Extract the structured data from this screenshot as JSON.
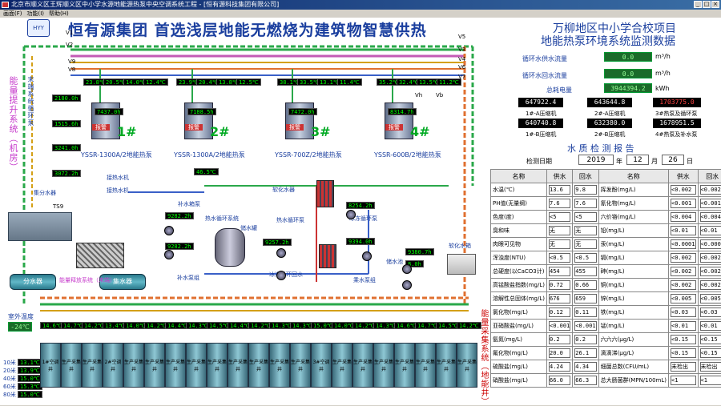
{
  "window": {
    "title": "北京市顺义区王辉顺义区中小学水源地能源热泵中央空调系统工程 - [恒有源科技集团有限公司]",
    "buttons": [
      "_",
      "□",
      "×"
    ]
  },
  "menu": [
    "画面(F)",
    "功能(I)",
    "帮助(H)"
  ],
  "header": {
    "title": "恒有源集团  首选浅层地能无燃烧为建筑物智慧供热",
    "logo": "HYY",
    "project_line1": "万柳地区中小学合校项目",
    "project_line2": "地能热泵环境系统监测数据"
  },
  "flow": {
    "supply_label": "循环水供水流量",
    "supply_value": "0.0",
    "supply_unit": "m³/h",
    "return_label": "循环水回水流量",
    "return_value": "0.0",
    "return_unit": "m³/h",
    "power_label": "总耗电量",
    "power_value": "3944394.2",
    "power_unit": "kWh"
  },
  "meters": [
    {
      "value": "647922.4",
      "label": "1#-A压缩机"
    },
    {
      "value": "643644.8",
      "label": "2#-A压缩机"
    },
    {
      "value": "1703775.0",
      "label": "3#热泵及循环泵"
    },
    {
      "value": "640740.8",
      "label": "1#-B压缩机"
    },
    {
      "value": "632380.0",
      "label": "2#-B压缩机"
    },
    {
      "value": "1678951.5",
      "label": "4#热泵及补水泵"
    }
  ],
  "water_report": {
    "title": "水 质 检 测 报 告",
    "date_label": "检测日期",
    "year": "2019",
    "year_unit": "年",
    "month": "12",
    "month_unit": "月",
    "day": "26",
    "day_unit": "日"
  },
  "table": {
    "headers": [
      "名称",
      "供水",
      "回水",
      "名称",
      "供水",
      "回水"
    ],
    "rows": [
      [
        "水温(℃)",
        "13.6",
        "9.8",
        "挥发酚(mg/L)",
        "<0.002",
        "<0.002"
      ],
      [
        "PH值(无量纲)",
        "7.6",
        "7.6",
        "氰化物(mg/L)",
        "<0.001",
        "<0.001"
      ],
      [
        "色度(度)",
        "<5",
        "<5",
        "六价铬(mg/L)",
        "<0.004",
        "<0.004"
      ],
      [
        "臭和味",
        "无",
        "无",
        "铅(mg/L)",
        "<0.01",
        "<0.01"
      ],
      [
        "肉眼可见物",
        "无",
        "无",
        "汞(mg/L)",
        "<0.0001",
        "<0.0001"
      ],
      [
        "浑浊度(NTU)",
        "<0.5",
        "<0.5",
        "镉(mg/L)",
        "<0.002",
        "<0.002"
      ],
      [
        "总硬度(以CaCO3计)",
        "454",
        "455",
        "砷(mg/L)",
        "<0.002",
        "<0.002"
      ],
      [
        "高锰酸盐指数(mg/L)",
        "0.72",
        "0.66",
        "铜(mg/L)",
        "<0.002",
        "<0.002"
      ],
      [
        "溶解性总固体(mg/L)",
        "676",
        "659",
        "锌(mg/L)",
        "<0.005",
        "<0.005"
      ],
      [
        "氯化物(mg/L)",
        "0.12",
        "0.11",
        "铁(mg/L)",
        "<0.03",
        "<0.03"
      ],
      [
        "亚硝酸盐(mg/L)",
        "<0.001",
        "<0.001",
        "锰(mg/L)",
        "<0.01",
        "<0.01"
      ],
      [
        "氨氮(mg/L)",
        "0.2",
        "0.2",
        "六六六(μg/L)",
        "<0.15",
        "<0.15"
      ],
      [
        "氟化物(mg/L)",
        "20.0",
        "26.1",
        "滴滴涕(μg/L)",
        "<0.15",
        "<0.15"
      ],
      [
        "硫酸盐(mg/L)",
        "4.24",
        "4.34",
        "细菌总数(CFU/mL)",
        "未检出",
        "未检出"
      ],
      [
        "硝酸盐(mg/L)",
        "66.0",
        "66.3",
        "总大肠菌群(MPN/100mL)",
        "<1",
        "<1"
      ]
    ]
  },
  "heat_pumps": [
    {
      "num": "1#",
      "label": "YSSR-1300A/2地能热泵",
      "t": [
        "23.8℃",
        "20.5℃",
        "14.0℃",
        "12.4℃"
      ],
      "energy": "7437.0h",
      "alarm": "报警"
    },
    {
      "num": "2#",
      "label": "YSSR-1300A/2地能热泵",
      "t": [
        "23.9℃",
        "20.4℃",
        "13.8℃",
        "12.5℃"
      ],
      "energy": "7188.5h",
      "alarm": "报警"
    },
    {
      "num": "3#",
      "label": "YSSR-700Z/2地能热泵",
      "t": [
        "38.1℃",
        "33.5℃",
        "13.1℃",
        "11.4℃"
      ],
      "energy": "7472.0h",
      "alarm": "报警"
    },
    {
      "num": "4#",
      "label": "YSSR-600B/2地能热泵",
      "t": [
        "35.2℃",
        "32.4℃",
        "13.5℃",
        "11.2℃"
      ],
      "energy": "8314.7h",
      "alarm": "报警"
    }
  ],
  "left_system": {
    "vertical_title": "能量提升系统（机房）",
    "inner_labels": [
      "末端系统循环泵",
      "集分水器",
      "分水器",
      "集水器",
      "能量释放系统（末端）"
    ],
    "run_hours": [
      "2180.0h",
      "1515.6h",
      "3241.0h",
      "3072.2h"
    ]
  },
  "middle": {
    "labels": [
      "接热水机",
      "接热水机",
      "补水泵组",
      "软化水器",
      "热水循环泵",
      "冰冻循环泵",
      "冰冻循环回水",
      "储水罐",
      "热水循环系统",
      "软化水箱",
      "乘水泵组",
      "储水池",
      "补水箱泵"
    ],
    "readouts": [
      "46.5℃",
      "9282.2h",
      "9282.2h",
      "9257.2h",
      "8254.2h",
      "9394.0h",
      "9380.7h",
      "8.0h",
      "8.0h"
    ]
  },
  "valves": [
    "V1",
    "V2",
    "V3",
    "V4",
    "V5",
    "V6",
    "V7",
    "V8",
    "V9",
    "Vh",
    "Vb",
    "TS9"
  ],
  "room": {
    "label": "室外温度",
    "value": "-24℃"
  },
  "bottom": {
    "vertical_title": "能量采集系统（地能井）",
    "depth_labels": [
      "10米",
      "20米",
      "40米",
      "60米",
      "80米"
    ],
    "depth_values": [
      "13.1℃",
      "13.9℃",
      "15.0℃",
      "15.3℃",
      "15.0℃"
    ],
    "well_temps": [
      "14.6℃",
      "14.7℃",
      "14.2℃",
      "13.4℃",
      "14.0℃",
      "14.2℃",
      "14.4℃",
      "14.3℃",
      "14.5℃",
      "14.4℃",
      "14.2℃",
      "14.3℃",
      "14.3℃",
      "15.0℃",
      "14.0℃",
      "14.2℃",
      "14.3℃",
      "14.6℃",
      "14.7℃",
      "14.5℃",
      "14.2℃"
    ],
    "well_labels": [
      "1#空调井",
      "2#空调井",
      "3#空调井"
    ],
    "well_generic": "生产采集井"
  }
}
